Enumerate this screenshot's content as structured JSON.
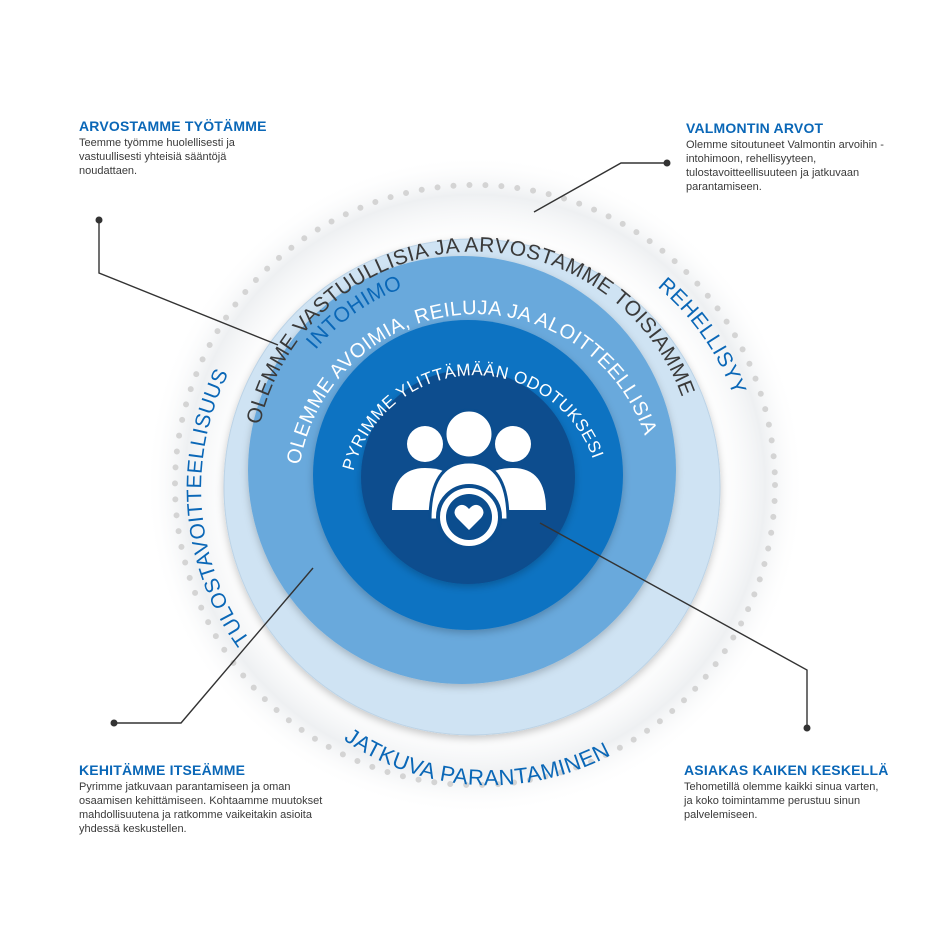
{
  "outer_values": {
    "top": "INTOHIMO",
    "right": "REHELLISYYS",
    "left": "TULOSTAVOITTEELLISUUS",
    "bottom": "JATKUVA PARANTAMINEN"
  },
  "rings": {
    "outer": "OLEMME VASTUULLISIA JA ARVOSTAMME TOISIAMME",
    "middle": "OLEMME AVOIMIA, REILUJA JA ALOITTEELLISIA",
    "inner": "PYRIMME YLITTÄMÄÄN ODOTUKSESI"
  },
  "center_icon": "people-heart-icon",
  "notes": {
    "top_left": {
      "title": "ARVOSTAMME TYÖTÄMME",
      "text": "Teemme työmme huolellisesti ja vastuullisesti yhteisiä sääntöjä noudattaen."
    },
    "top_right": {
      "title": "VALMONTIN ARVOT",
      "text": "Olemme sitoutuneet Valmontin arvoihin - intohimoon, rehellisyyteen, tulostavoitteellisuuteen ja jatkuvaan parantamiseen."
    },
    "bottom_left": {
      "title": "KEHITÄMME ITSEÄMME",
      "text": "Pyrimme jatkuvaan parantamiseen ja oman osaamisen kehittämiseen. Kohtaamme muutokset mahdollisuutena ja ratkomme vaikeitakin asioita yhdessä keskustellen."
    },
    "bottom_right": {
      "title": "ASIAKAS KAIKEN KESKELLÄ",
      "text": "Tehometillä olemme kaikki sinua varten, ja koko toimintamme perustuu sinun palvelemiseen."
    }
  },
  "colors": {
    "title_blue": "#0a67b7",
    "ring_outer": "#cfe3f3",
    "ring_middle": "#69a9dc",
    "ring_inner": "#0e73c2",
    "core": "#0b4d8e",
    "dots": "#d4d4d4",
    "leader": "#333333"
  }
}
